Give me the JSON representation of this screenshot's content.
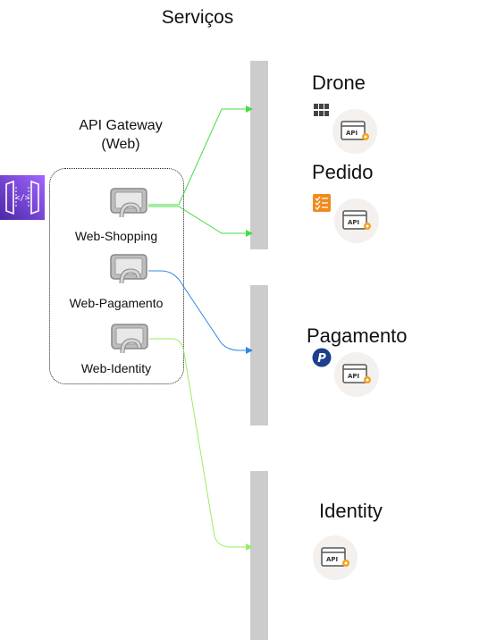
{
  "title": "Serviços",
  "gateway": {
    "title": "API Gateway\n(Web)",
    "clients": [
      {
        "label": "Web-Shopping"
      },
      {
        "label": "Web-Pagamento"
      },
      {
        "label": "Web-Identity"
      }
    ]
  },
  "services": [
    {
      "label": "Drone",
      "icon": "grid-icon"
    },
    {
      "label": "Pedido",
      "icon": "checklist-icon"
    },
    {
      "label": "Pagamento",
      "icon": "paypal-icon"
    },
    {
      "label": "Identity",
      "icon": ""
    }
  ],
  "api_badge_text": "API",
  "colors": {
    "gateway_purple": "#7b3fd6",
    "bar_gray": "#cccccc",
    "green_connector": "#44dd44",
    "blue_connector": "#3388dd",
    "lightgreen_connector": "#99ee66",
    "checklist_orange": "#f28a1e",
    "paypal_blue": "#1d3f8c"
  }
}
